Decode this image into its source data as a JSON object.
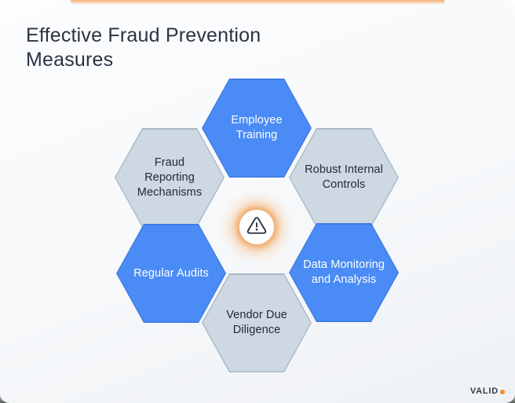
{
  "page": {
    "title": "Effective Fraud Prevention Measures"
  },
  "diagram": {
    "hexagons": [
      {
        "label": "Employee Training",
        "variant": "blue"
      },
      {
        "label": "Fraud Reporting Mechanisms",
        "variant": "gray"
      },
      {
        "label": "Robust Internal Controls",
        "variant": "gray"
      },
      {
        "label": "Regular Audits",
        "variant": "blue"
      },
      {
        "label": "Data Monitoring and Analysis",
        "variant": "blue"
      },
      {
        "label": "Vendor Due Diligence",
        "variant": "gray"
      }
    ],
    "center_icon": "warning-triangle"
  },
  "branding": {
    "logo_text": "VALID"
  },
  "colors": {
    "hex_blue": "#4A8BF5",
    "hex_gray": "#CDD8E3",
    "hex_gray_border": "#A7B8C8",
    "accent_orange": "#F49A4E",
    "glow_orange": "#F29E56",
    "title_text": "#2B3442",
    "dark_text": "#212B36",
    "icon_stroke": "#232D3B",
    "logo_dot": "#F68B1F",
    "card_background": "#F6F8FA"
  }
}
